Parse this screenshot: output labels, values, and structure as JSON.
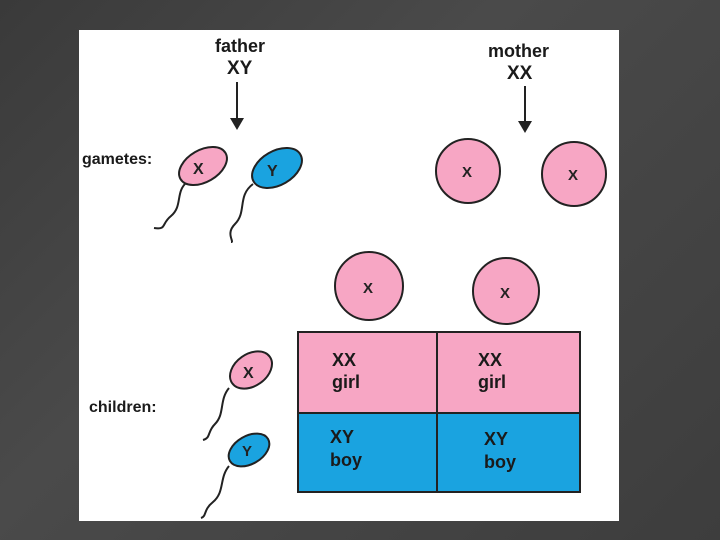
{
  "father": {
    "title": "father",
    "genotype": "XY"
  },
  "mother": {
    "title": "mother",
    "genotype": "XX"
  },
  "labels": {
    "gametes": "gametes:",
    "children": "children:"
  },
  "gametes": {
    "father_sperm": [
      "X",
      "Y"
    ],
    "mother_eggs": [
      "X",
      "X"
    ]
  },
  "punnett": {
    "column_eggs": [
      "X",
      "X"
    ],
    "row_sperm": [
      "X",
      "Y"
    ],
    "cells": [
      {
        "genotype": "XX",
        "sex": "girl"
      },
      {
        "genotype": "XX",
        "sex": "girl"
      },
      {
        "genotype": "XY",
        "sex": "boy"
      },
      {
        "genotype": "XY",
        "sex": "boy"
      }
    ]
  },
  "colors": {
    "pink": "#f7a6c4",
    "blue": "#1aa3e0",
    "outline": "#222222",
    "background": "#3f3f3f"
  }
}
